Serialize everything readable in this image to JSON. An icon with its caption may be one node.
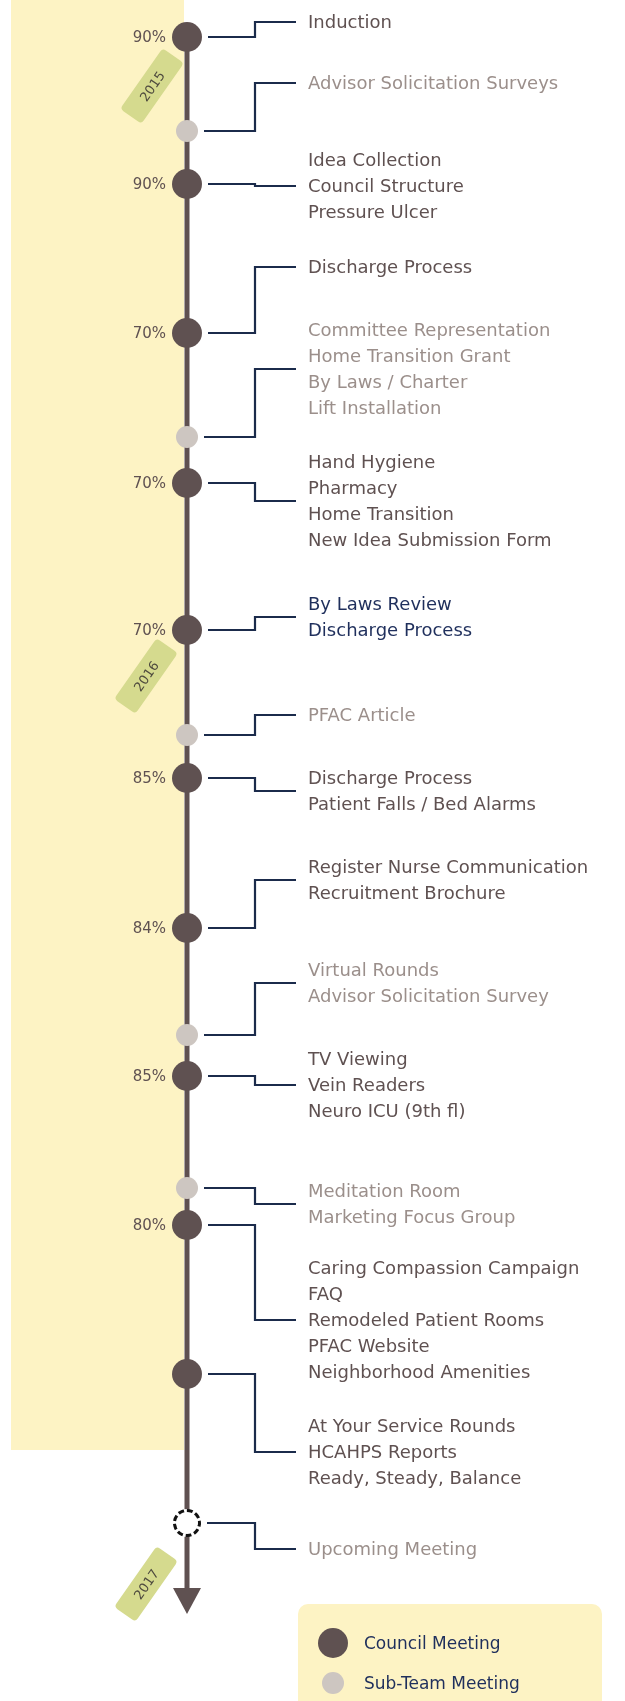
{
  "diagram": {
    "nodes": [
      {
        "text": [],
        "shape": "circle",
        "beside": [
          "90%"
        ]
      },
      {
        "text": [
          "Induction"
        ]
      },
      {
        "text": [],
        "shape": "circle"
      },
      {
        "text": [
          "Advisor Solicitation Surveys"
        ]
      },
      {
        "text": [],
        "shape": "circle",
        "beside": [
          "90%"
        ]
      },
      {
        "text": [
          "Idea Collection",
          "Council Structure",
          "Pressure Ulcer"
        ]
      },
      {
        "text": [],
        "shape": "circle",
        "beside": [
          "70%"
        ]
      },
      {
        "text": [
          "Discharge Process"
        ]
      },
      {
        "text": [],
        "shape": "circle"
      },
      {
        "text": [
          "Committee Representation",
          "Home Transition Grant",
          "By Laws / Charter",
          "Lift Installation"
        ]
      },
      {
        "text": [],
        "shape": "circle",
        "beside": [
          "70%"
        ]
      },
      {
        "text": [
          "Hand Hygiene",
          "Pharmacy",
          "Home Transition",
          "New Idea Submission Form"
        ]
      },
      {
        "text": [],
        "shape": "circle",
        "beside": [
          "70%"
        ]
      },
      {
        "text": [
          "By Laws Review",
          "Discharge Process"
        ]
      },
      {
        "text": [],
        "shape": "circle"
      },
      {
        "text": [
          "PFAC Article"
        ]
      },
      {
        "text": [],
        "shape": "circle",
        "beside": [
          "85%"
        ]
      },
      {
        "text": [
          "Discharge Process",
          "Patient Falls / Bed Alarms"
        ]
      },
      {
        "text": [],
        "shape": "circle",
        "beside": [
          "84%"
        ]
      },
      {
        "text": [
          "Register Nurse Communication",
          "Recruitment Brochure"
        ]
      },
      {
        "text": [],
        "shape": "circle"
      },
      {
        "text": [
          "Virtual Rounds",
          "Advisor Solicitation Survey"
        ]
      },
      {
        "text": [],
        "shape": "circle",
        "beside": [
          "85%"
        ]
      },
      {
        "text": [
          "TV Viewing",
          "Vein Readers",
          "Neuro ICU (9th fl)"
        ]
      },
      {
        "text": [],
        "shape": "circle"
      },
      {
        "text": [
          "Meditation Room",
          "Marketing Focus Group"
        ]
      },
      {
        "text": [],
        "shape": "circle",
        "beside": [
          "80%"
        ]
      },
      {
        "text": [
          "Caring Compassion Campaign",
          "FAQ",
          "Remodeled Patient Rooms",
          "PFAC Website",
          "Neighborhood Amenities"
        ]
      },
      {
        "text": [],
        "shape": "circle"
      },
      {
        "text": [
          "At Your Service Rounds",
          "HCAHPS Reports",
          "Ready, Steady, Balance"
        ]
      },
      {
        "text": [],
        "shape": "circle"
      },
      {
        "text": [
          "Upcoming Meeting"
        ]
      }
    ],
    "edges": [
      {
        "from": 0,
        "to": 1,
        "arrow": "none"
      },
      {
        "from": 2,
        "to": 3,
        "arrow": "none"
      },
      {
        "from": 4,
        "to": 5,
        "arrow": "none"
      },
      {
        "from": 6,
        "to": 7,
        "arrow": "none"
      },
      {
        "from": 8,
        "to": 9,
        "arrow": "none"
      },
      {
        "from": 10,
        "to": 11,
        "arrow": "none"
      },
      {
        "from": 12,
        "to": 13,
        "arrow": "none"
      },
      {
        "from": 14,
        "to": 15,
        "arrow": "none"
      },
      {
        "from": 16,
        "to": 17,
        "arrow": "none"
      },
      {
        "from": 18,
        "to": 19,
        "arrow": "none"
      },
      {
        "from": 20,
        "to": 21,
        "arrow": "none"
      },
      {
        "from": 22,
        "to": 23,
        "arrow": "none"
      },
      {
        "from": 24,
        "to": 25,
        "arrow": "none"
      },
      {
        "from": 26,
        "to": 27,
        "arrow": "none"
      },
      {
        "from": 28,
        "to": 29,
        "arrow": "none"
      },
      {
        "from": 30,
        "to": 31,
        "arrow": "none"
      }
    ],
    "labels": [
      "2015",
      "2016",
      "2017"
    ],
    "legend": [
      {
        "text": "Council Meeting",
        "color": "#5f5151"
      },
      {
        "text": "Sub-Team Meeting",
        "color": "#cdc6c1"
      }
    ]
  }
}
